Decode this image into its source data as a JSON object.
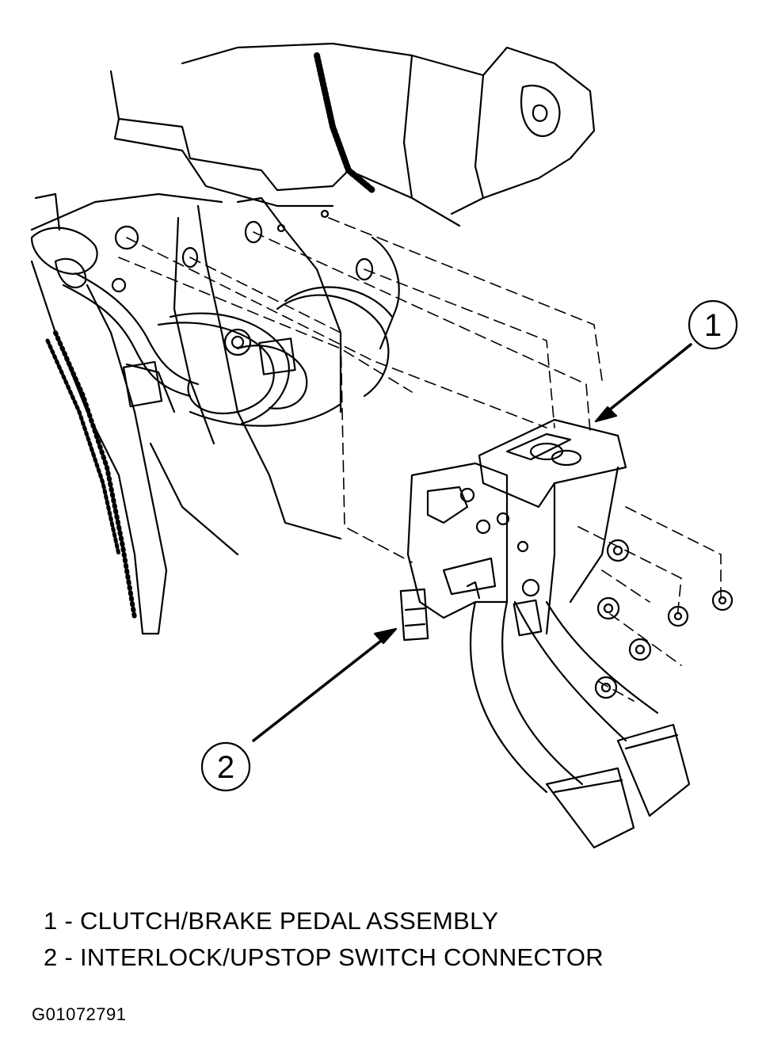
{
  "legend": {
    "items": [
      {
        "number": "1",
        "text": "1 - CLUTCH/BRAKE PEDAL ASSEMBLY"
      },
      {
        "number": "2",
        "text": "2 - INTERLOCK/UPSTOP SWITCH CONNECTOR"
      }
    ]
  },
  "callouts": {
    "one": "1",
    "two": "2"
  },
  "figure_id": "G01072791",
  "colors": {
    "ink": "#000000",
    "paper": "#ffffff"
  }
}
